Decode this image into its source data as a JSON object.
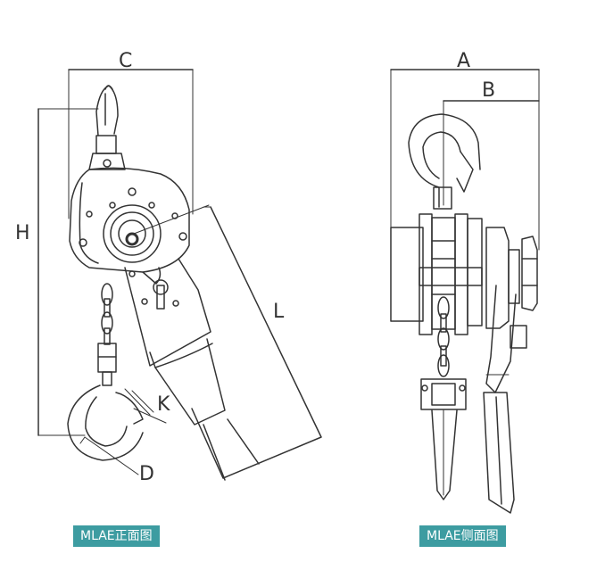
{
  "front_view": {
    "caption": "MLAE正面图",
    "dimensions": {
      "c": "C",
      "h": "H",
      "l": "L",
      "k": "K",
      "d": "D"
    }
  },
  "side_view": {
    "caption": "MLAE侧面图",
    "dimensions": {
      "a": "A",
      "b": "B"
    }
  },
  "colors": {
    "line": "#333333",
    "caption_bg": "#3d9ca1",
    "caption_text": "#ffffff"
  }
}
